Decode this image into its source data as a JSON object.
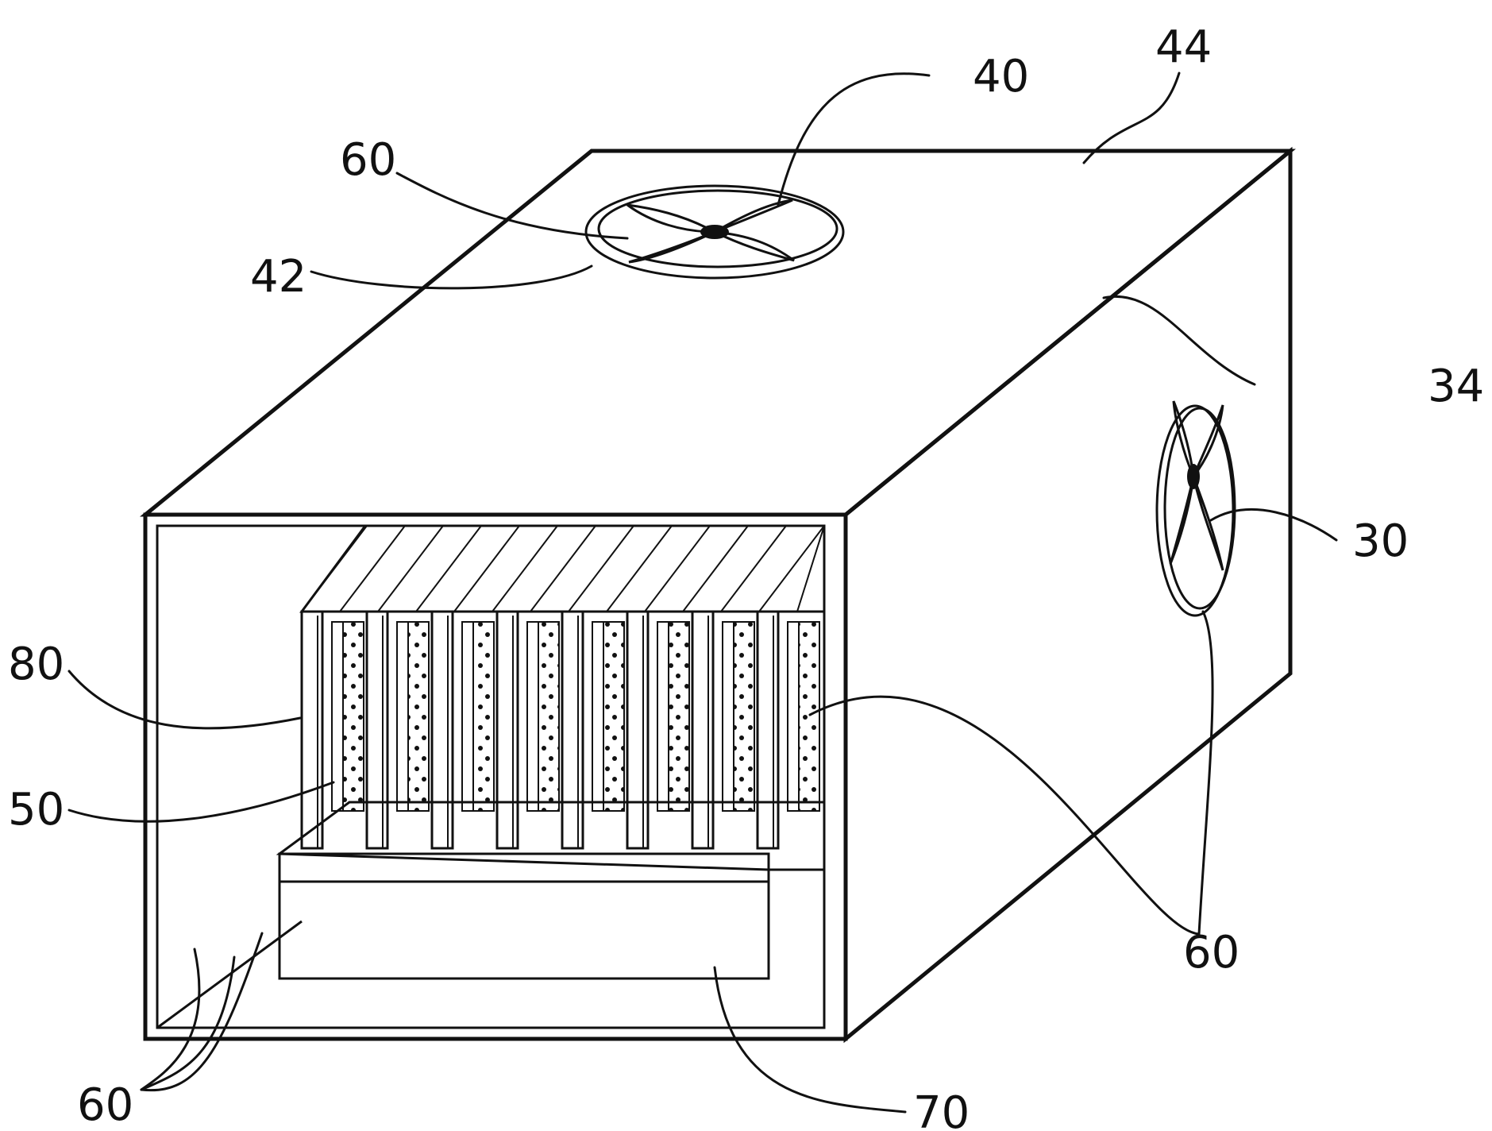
{
  "figure": {
    "labels": {
      "r40": "40",
      "r44": "44",
      "r60_top": "60",
      "r42": "42",
      "r34": "34",
      "r30": "30",
      "r80": "80",
      "r50": "50",
      "r60_right": "60",
      "r60_bottom": "60",
      "r70": "70"
    },
    "colors": {
      "line": "#111111",
      "dots": "#111111",
      "background": "#ffffff"
    }
  }
}
